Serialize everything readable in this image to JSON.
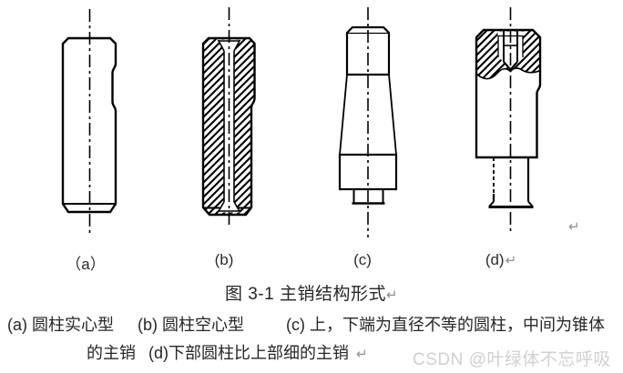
{
  "figure": {
    "panel_labels": [
      "（a）",
      "(b)",
      "(c)",
      "(d)"
    ],
    "caption": "图 3-1 主销结构形式",
    "descriptions": {
      "item_a": "(a) 圆柱实心型",
      "item_b": "(b) 圆柱空心型",
      "item_c": "(c) 上，下端为直径不等的圆柱，中间为锥体",
      "item_c_cont": "的主销",
      "item_d": "(d)下部圆柱比上部细的主销"
    },
    "return_mark": "↵",
    "drawing_names": {
      "a": "solid-cylinder-pin",
      "b": "hollow-cylinder-pin-section",
      "c": "taper-middle-pin",
      "d": "thinner-lower-cylinder-pin"
    }
  },
  "watermark": "CSDN @叶绿体不忘呼吸",
  "colors": {
    "background": "#ffffff",
    "line": "#000000",
    "text": "#262626",
    "return_mark": "#8f8f8f",
    "watermark": "#d0d0d0"
  }
}
